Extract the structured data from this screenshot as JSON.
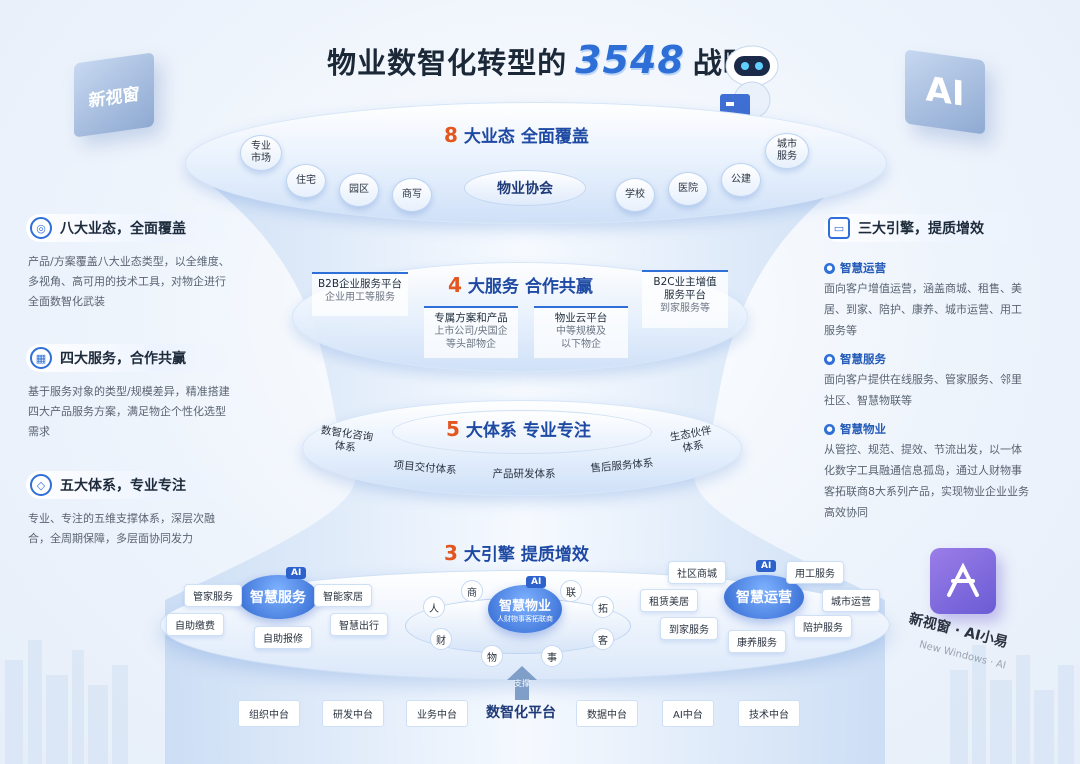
{
  "title": {
    "prefix": "物业数智化转型的",
    "number": "3548",
    "suffix": "战略"
  },
  "corner": {
    "left_cube": "新视窗",
    "right_cube": "AI"
  },
  "left": [
    {
      "icon": "bulb-icon",
      "glyph": "◎",
      "heading": "八大业态，全面覆盖",
      "text": "产品/方案覆盖八大业态类型，以全维度、多视角、高可用的技术工具，对物企进行全面数智化武装"
    },
    {
      "icon": "grid-icon",
      "glyph": "▦",
      "heading": "四大服务，合作共赢",
      "text": "基于服务对象的类型/规模差异，精准搭建四大产品服务方案，满足物企个性化选型需求"
    },
    {
      "icon": "diamond-icon",
      "glyph": "◇",
      "heading": "五大体系，专业专注",
      "text": "专业、专注的五维支撑体系，深层次融合，全周期保障，多层面协同发力"
    }
  ],
  "right": {
    "heading": "三大引擎，提质增效",
    "items": [
      {
        "title": "智慧运营",
        "text": "面向客户增值运营，涵盖商城、租售、美居、到家、陪护、康养、城市运营、用工服务等"
      },
      {
        "title": "智慧服务",
        "text": "面向客户提供在线服务、管家服务、邻里社区、智慧物联等"
      },
      {
        "title": "智慧物业",
        "text": "从管控、规范、提效、节流出发，以一体化数字工具融通信息孤岛，通过人财物事客拓联商8大系列产品，实现物业企业业务高效协同"
      }
    ]
  },
  "level8": {
    "num": "8",
    "title": "大业态  全面覆盖",
    "center": "物业协会",
    "items": [
      "专业\n市场",
      "住宅",
      "园区",
      "商写",
      "学校",
      "医院",
      "公建",
      "城市\n服务"
    ]
  },
  "level4": {
    "num": "4",
    "title": "大服务  合作共赢",
    "boxes": [
      {
        "head": "B2B企业服务平台",
        "sub": "企业用工等服务"
      },
      {
        "head": "专属方案和产品",
        "sub": "上市公司/央国企\n等头部物企"
      },
      {
        "head": "物业云平台",
        "sub": "中等规模及\n以下物企"
      },
      {
        "head": "B2C业主增值\n服务平台",
        "sub": "到家服务等"
      }
    ]
  },
  "level5": {
    "num": "5",
    "title": "大体系  专业专注",
    "items": [
      "数智化咨询\n体系",
      "项目交付体系",
      "产品研发体系",
      "售后服务体系",
      "生态伙伴\n体系"
    ]
  },
  "level3": {
    "num": "3",
    "title": "大引擎  提质增效",
    "ai": "AI",
    "service": {
      "name": "智慧服务",
      "chips": [
        "管家服务",
        "智能家居",
        "自助缴费",
        "智慧出行",
        "自助报修"
      ]
    },
    "property": {
      "name": "智慧物业",
      "sub": "人财物事客拓联商",
      "chars": [
        "商",
        "联",
        "人",
        "拓",
        "财",
        "客",
        "物",
        "事"
      ]
    },
    "operation": {
      "name": "智慧运营",
      "chips": [
        "社区商城",
        "用工服务",
        "租赁美居",
        "城市运营",
        "到家服务",
        "陪护服务",
        "康养服务"
      ]
    }
  },
  "platform": {
    "support": "支撑",
    "name": "数智化平台",
    "left": [
      "组织中台",
      "研发中台",
      "业务中台"
    ],
    "right": [
      "数据中台",
      "AI中台",
      "技术中台"
    ]
  },
  "brand": {
    "name": "新视窗 · AI小易",
    "sub": "New Windows · AI"
  }
}
